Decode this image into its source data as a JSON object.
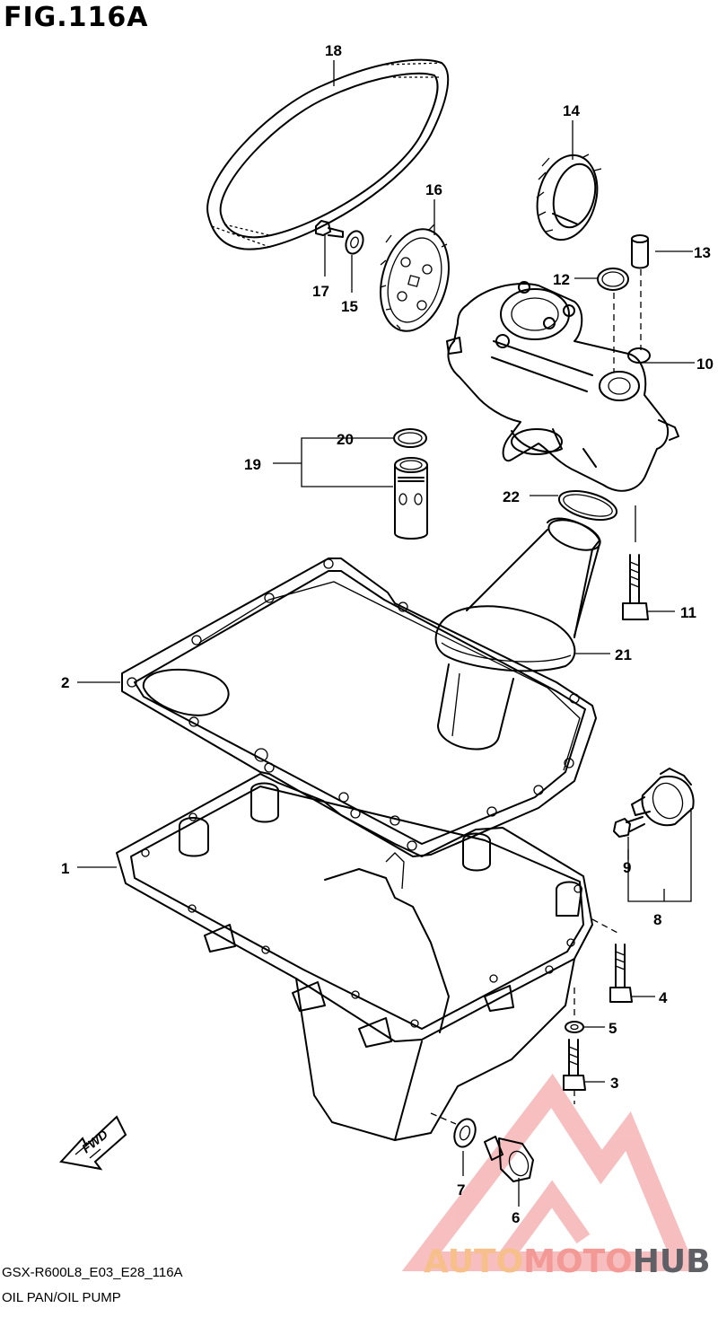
{
  "figure": {
    "title": "FIG.116A",
    "model_code": "GSX-R600L8_E03_E28_116A",
    "section_name": "OIL PAN/OIL PUMP"
  },
  "callouts": [
    {
      "id": "c1",
      "label": "1"
    },
    {
      "id": "c2",
      "label": "2"
    },
    {
      "id": "c3",
      "label": "3"
    },
    {
      "id": "c4",
      "label": "4"
    },
    {
      "id": "c5",
      "label": "5"
    },
    {
      "id": "c6",
      "label": "6"
    },
    {
      "id": "c7",
      "label": "7"
    },
    {
      "id": "c8",
      "label": "8"
    },
    {
      "id": "c9",
      "label": "9"
    },
    {
      "id": "c10",
      "label": "10"
    },
    {
      "id": "c11",
      "label": "11"
    },
    {
      "id": "c12",
      "label": "12"
    },
    {
      "id": "c13",
      "label": "13"
    },
    {
      "id": "c14",
      "label": "14"
    },
    {
      "id": "c15",
      "label": "15"
    },
    {
      "id": "c16",
      "label": "16"
    },
    {
      "id": "c17",
      "label": "17"
    },
    {
      "id": "c18",
      "label": "18"
    },
    {
      "id": "c19",
      "label": "19"
    },
    {
      "id": "c20",
      "label": "20"
    },
    {
      "id": "c21",
      "label": "21"
    },
    {
      "id": "c22",
      "label": "22"
    }
  ],
  "fwd_arrow": {
    "label": "FWD"
  },
  "watermark": {
    "part_auto": "AUTO",
    "part_moto": "MOTO",
    "part_hub": "HUB",
    "colors": {
      "auto": "#f7c08a",
      "moto": "#f39a96",
      "hub": "#5f5f66",
      "logo": "#f08a8a"
    }
  }
}
